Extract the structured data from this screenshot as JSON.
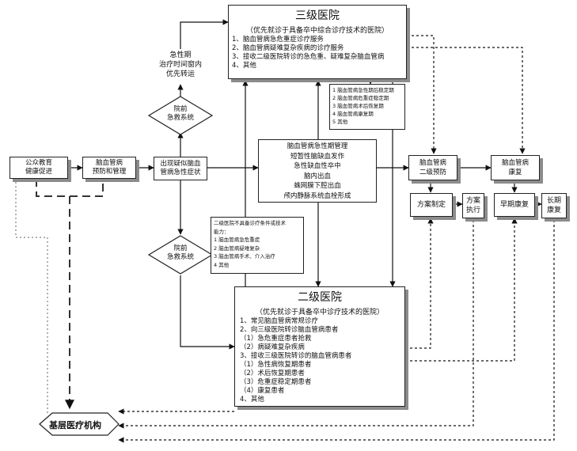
{
  "tertiary": {
    "title": "三级医院",
    "subtitle": "（优先就诊于具备卒中综合诊疗技术的医院）",
    "items": [
      "1、脑血管病急危重症诊疗服务",
      "2、脑血管病疑难复杂疾病的诊疗服务",
      "3、接收二级医院转诊的急危重、疑难复杂脑血管病",
      "4、其他"
    ]
  },
  "secondary": {
    "title": "二级医院",
    "subtitle": "（优先就诊于具备卒中诊疗技术的医院）",
    "items": [
      "1、常见脑血管病常规诊疗",
      "2、向三级医院转诊脑血管病患者",
      "（1）急危重症患者抢救",
      "（2）病疑难复杂疾病",
      "3、接收三级医院转诊的脑血管病患者",
      "（1）急性病恢复期患者",
      "（2）术后恢复期患者",
      "（3）危重症稳定期患者",
      "（4）康复患者",
      "4、其他"
    ]
  },
  "public_edu": [
    "公众教育",
    "健康促进"
  ],
  "prevention": [
    "脑血管病",
    "预防和管理"
  ],
  "symptoms": [
    "出现疑似脑血",
    "管病急性症状"
  ],
  "acute_mgmt": [
    "脑血管病急性期管理",
    "短暂性脑缺血发作",
    "急性缺血性卒中",
    "脑内出血",
    "蛛网膜下腔出血",
    "颅内静脉系统血栓形成"
  ],
  "prehospital_upper": [
    "院前",
    "急救系统"
  ],
  "prehospital_lower": [
    "院前",
    "急救系统"
  ],
  "emergency_note": [
    "急性期",
    "治疗时间窗内",
    "优先转运"
  ],
  "referral_upper": [
    "1 脑血管病急性期后稳定期",
    "2 脑血管病危重症稳定期",
    "3 脑血管病术后恢复期",
    "4 脑血管病康复期",
    "5 其他"
  ],
  "referral_lower": [
    "二级医院不具备诊疗条件或技术",
    "能力：",
    "1 脑血管病急危重症",
    "2 脑血管病疑难复杂",
    "3 脑血管病手术、介入治疗",
    "4 其他"
  ],
  "secondary_prevention": [
    "脑血管病",
    "二级预防"
  ],
  "rehab": [
    "脑血管病",
    "康复"
  ],
  "plan": "方案制定",
  "execute": [
    "方案",
    "执行"
  ],
  "early_rehab": "早期康复",
  "long_rehab": [
    "长期",
    "康复"
  ],
  "grassroots": "基层医疗机构"
}
